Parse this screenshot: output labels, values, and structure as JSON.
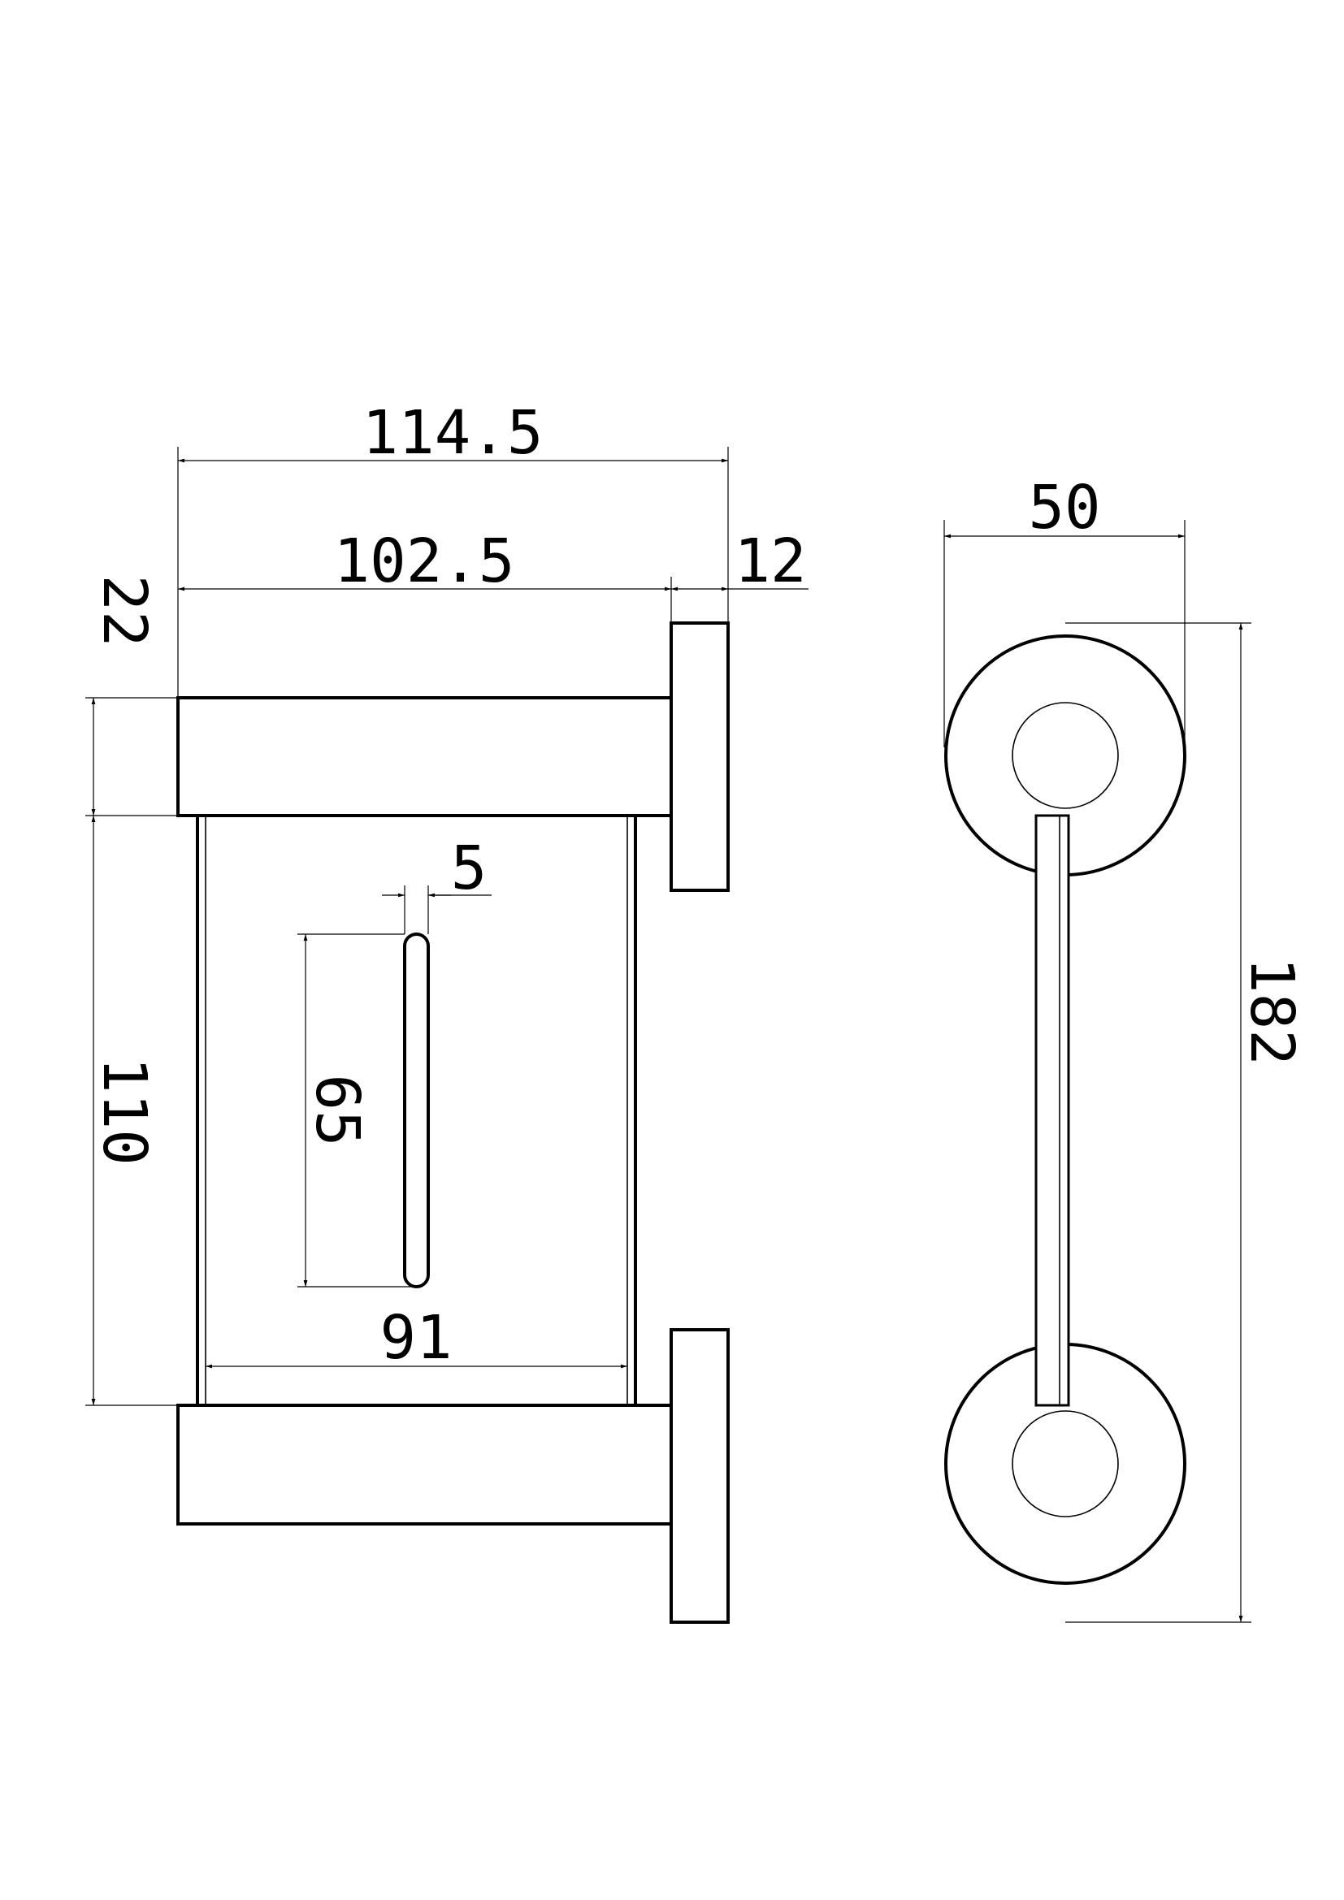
{
  "drawing": {
    "front_view": {
      "overall_width": "114.5",
      "arm_length": "102.5",
      "plate_thickness": "12",
      "arm_height": "22",
      "glass_height": "110",
      "slot_width": "5",
      "slot_length": "65",
      "glass_width": "91"
    },
    "side_view": {
      "plate_diameter": "50",
      "overall_height": "182"
    }
  }
}
